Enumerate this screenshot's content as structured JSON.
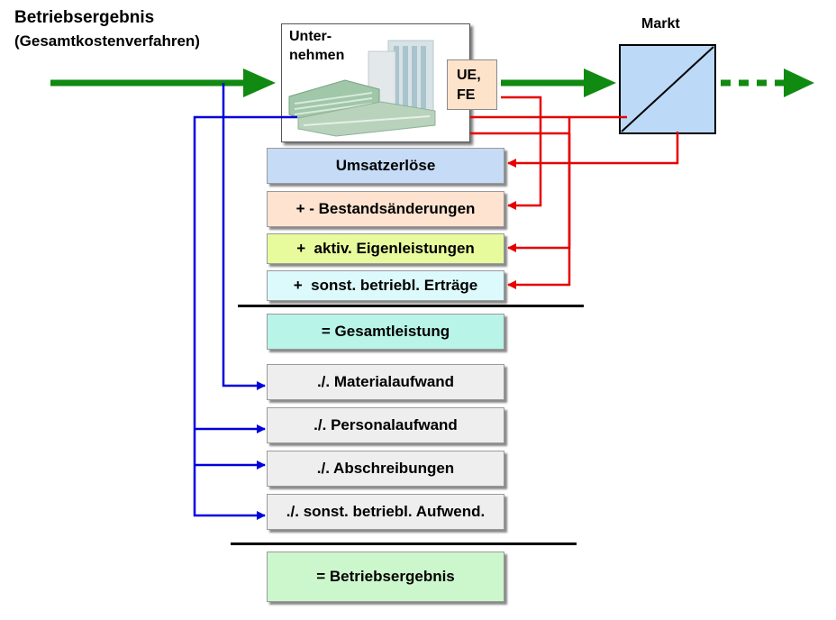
{
  "title": "Betriebsergebnis",
  "subtitle": "(Gesamtkostenverfahren)",
  "market_label": "Markt",
  "company": {
    "label_line1": "Unter-",
    "label_line2": "nehmen",
    "ue_fe_line1": "UE,",
    "ue_fe_line2": "FE"
  },
  "revenue_items": [
    {
      "label": "Umsatzerlöse",
      "color": "#c6dcf6"
    },
    {
      "label": "+ - Bestandsänderungen",
      "color": "#fde3d0"
    },
    {
      "label": "+  aktiv. Eigenleistungen",
      "color": "#e8fb9c"
    },
    {
      "label": "+  sonst. betriebl. Erträge",
      "color": "#dcfafc"
    }
  ],
  "total_output": {
    "label": "= Gesamtleistung",
    "color": "#b8f5e8"
  },
  "expense_items": [
    {
      "label": "./. Materialaufwand",
      "color": "#eeeeee"
    },
    {
      "label": "./. Personalaufwand",
      "color": "#eeeeee"
    },
    {
      "label": "./. Abschreibungen",
      "color": "#eeeeee"
    },
    {
      "label": "./. sonst. betriebl. Aufwend.",
      "color": "#eeeeee"
    }
  ],
  "result": {
    "label": "= Betriebsergebnis",
    "color": "#ccf7cc"
  },
  "colors": {
    "flow_green": "#118a11",
    "revenue_red": "#e60000",
    "expense_blue": "#0000dd",
    "market_fill": "#bcd9f7"
  }
}
